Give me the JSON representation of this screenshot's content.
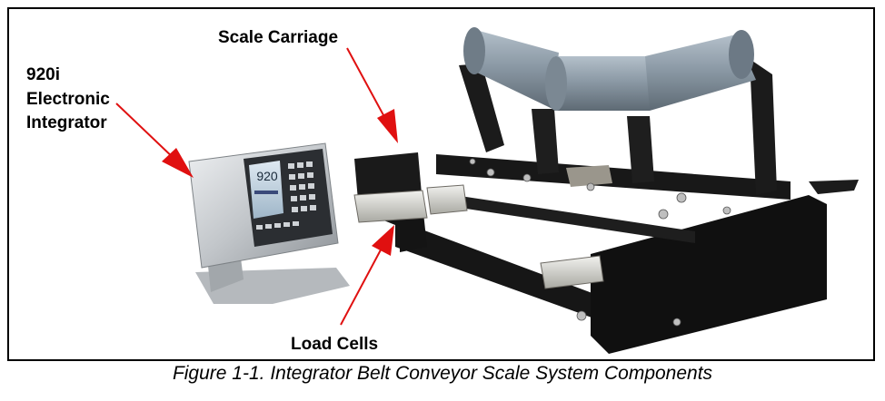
{
  "figure": {
    "labels": {
      "integrator_line1": "920i",
      "integrator_line2": "Electronic",
      "integrator_line3": "Integrator",
      "scale_carriage": "Scale Carriage",
      "load_cells": "Load Cells"
    },
    "device_display": "920",
    "caption": "Figure 1-1. Integrator Belt Conveyor Scale System Components"
  },
  "colors": {
    "arrow": "#e01010",
    "frame": "#000000",
    "roller": "#8a9aa8",
    "steel": "#c9ccd0",
    "carriage": "#141414"
  }
}
